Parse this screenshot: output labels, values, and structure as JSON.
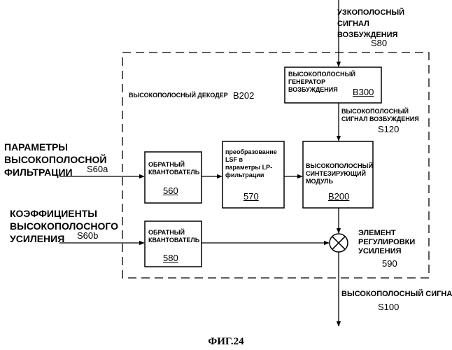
{
  "input_excitation": {
    "lines": [
      "УЗКОПОЛОСНЫЙ",
      "СИГНАЛ",
      "ВОЗБУЖДЕНИЯ"
    ],
    "id": "S80"
  },
  "decoder": {
    "label": "ВЫСОКОПОЛОСНЫЙ ДЕКОДЕР",
    "id": "B202"
  },
  "generator": {
    "lines": [
      "ВЫСОКОПОЛОСНЫЙ",
      "ГЕНЕРАТОР",
      "ВОЗБУЖДЕНИЯ"
    ],
    "id": "B300"
  },
  "hb_excitation": {
    "lines": [
      "ВЫСОКОПОЛОСНЫЙ",
      "СИГНАЛ ВОЗБУЖДЕНИЯ"
    ],
    "id": "S120"
  },
  "filter_params": {
    "lines": [
      "ПАРАМЕТРЫ",
      "ВЫСОКОПОЛОСНОЙ",
      "ФИЛЬТРАЦИИ"
    ],
    "id": "S60a"
  },
  "quantizer_560": {
    "lines": [
      "ОБРАТНЫЙ",
      "КВАНТОВАТЕЛЬ"
    ],
    "id": "560"
  },
  "lsf_570": {
    "lines": [
      "преобразование",
      "LSF в",
      "параметры LP-",
      "фильтрации"
    ],
    "id": "570"
  },
  "synth_b200": {
    "lines": [
      "ВЫСОКОПОЛОСНЫЙ",
      "СИНТЕЗИРУЮЩИЙ",
      "МОДУЛЬ"
    ],
    "id": "B200"
  },
  "gain_coeffs": {
    "lines": [
      "КОЭФФИЦИЕНТЫ",
      "ВЫСОКОПОЛОСНОГО",
      "УСИЛЕНИЯ"
    ],
    "id": "S60b"
  },
  "quantizer_580": {
    "lines": [
      "ОБРАТНЫЙ",
      "КВАНТОВАТЕЛЬ"
    ],
    "id": "580"
  },
  "gain_element": {
    "lines": [
      "ЭЛЕМЕНТ",
      "РЕГУЛИРОВКИ",
      "УСИЛЕНИЯ"
    ],
    "id": "590"
  },
  "output": {
    "label": "ВЫСОКОПОЛОСНЫЙ СИГНАЛ",
    "id": "S100"
  },
  "caption": "ФИГ.24"
}
